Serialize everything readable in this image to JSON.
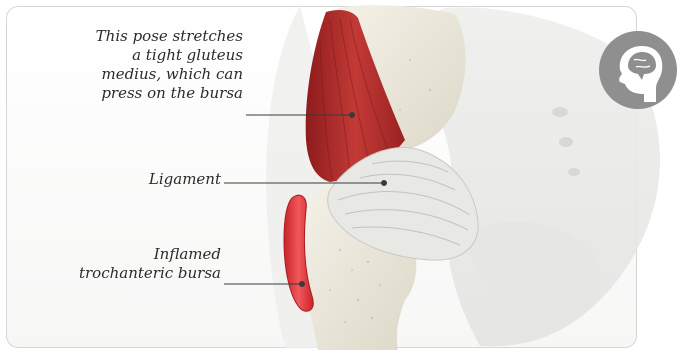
{
  "labels": {
    "pose": [
      "This pose stretches",
      "a tight gluteus",
      "medius, which can",
      "press on the bursa"
    ],
    "ligament": "Ligament",
    "bursa": [
      "Inflamed",
      "trochanteric bursa"
    ]
  },
  "icons": {
    "badge": "brain-head-profile-icon"
  },
  "colors": {
    "muscle": "#b3282a",
    "bursa": "#e23a3e",
    "bone": "#efece2",
    "ligament": "#e9e9e6",
    "badge": "#8f8f8f",
    "leader": "#3a3a3a"
  }
}
